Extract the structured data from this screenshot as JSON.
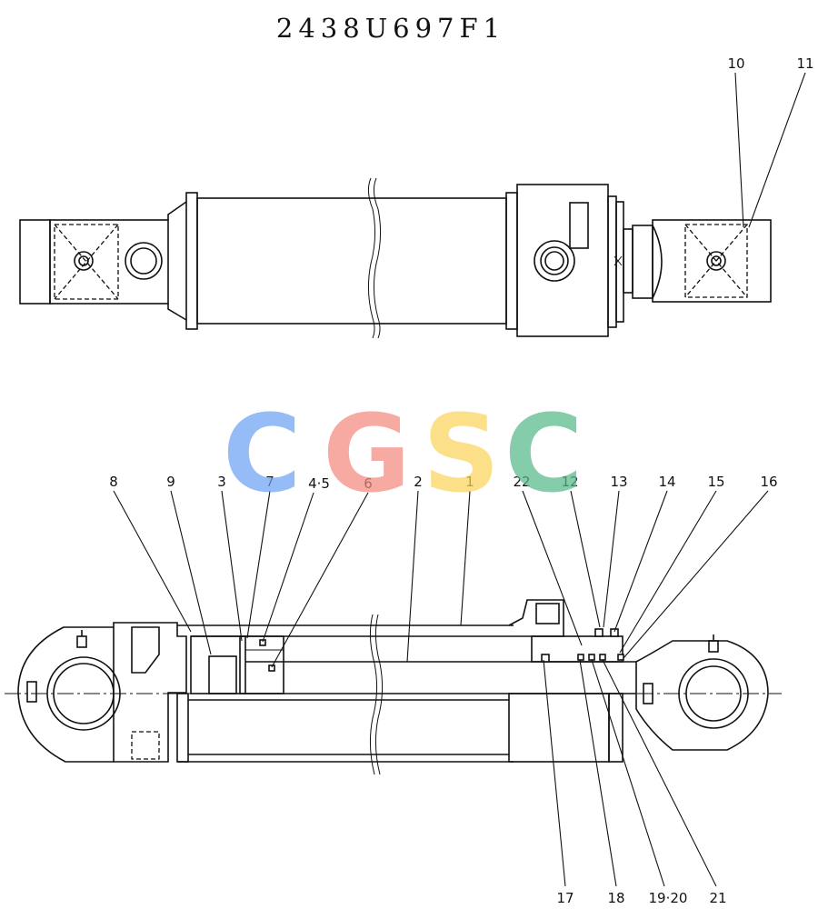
{
  "title": "2438U697F1",
  "watermark": {
    "letters": [
      {
        "char": "C",
        "color": "#6fa3f5"
      },
      {
        "char": "G",
        "color": "#f58a7f"
      },
      {
        "char": "S",
        "color": "#fbd35c"
      },
      {
        "char": "C",
        "color": "#55b98a"
      }
    ]
  },
  "callouts_top": [
    "10",
    "11"
  ],
  "callouts_bottom_top_row": [
    "8",
    "9",
    "3",
    "7",
    "4·5",
    "6",
    "2",
    "1",
    "22",
    "12",
    "13",
    "14",
    "15",
    "16"
  ],
  "callouts_bottom_bottom_row": [
    "17",
    "18",
    "19·20",
    "21"
  ]
}
